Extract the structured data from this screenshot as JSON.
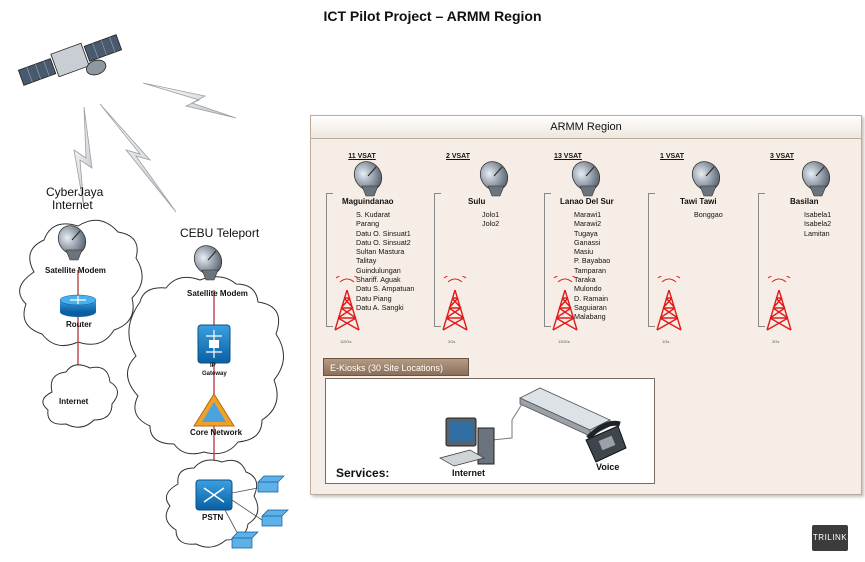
{
  "title": "ICT Pilot Project – ARMM Region",
  "cyberjaya": {
    "name_line1": "CyberJaya",
    "name_line2": "Internet",
    "modem": "Satellite Modem",
    "router": "Router",
    "internet": "Internet"
  },
  "cebu": {
    "name": "CEBU Teleport",
    "modem": "Satellite Modem",
    "ip": "IP",
    "gateway": "Gateway",
    "core": "Core Network",
    "pstn": "PSTN"
  },
  "region": {
    "title": "ARMM Region",
    "provinces": [
      {
        "vsat": "11 VSAT",
        "name": "Maguindanao",
        "sites": [
          "S. Kudarat",
          "Parang",
          "Datu O. Sinsuat1",
          "Datu O. Sinsuat2",
          "Sultan Mastura",
          "Talitay",
          "Guindulungan",
          "Shariff. Aguak",
          "Datu S. Ampatuan",
          "Datu Piang",
          "Datu A. Sangki"
        ],
        "tower_label": "110Gs"
      },
      {
        "vsat": "2 VSAT",
        "name": "Sulu",
        "sites": [
          "Jolo1",
          "Jolo2"
        ],
        "tower_label": "2Gs"
      },
      {
        "vsat": "13 VSAT",
        "name": "Lanao Del Sur",
        "sites": [
          "Marawi1",
          "Marawi2",
          "Tugaya",
          "Ganassi",
          "Masiu",
          "P. Bayabao",
          "Tamparan",
          "Taraka",
          "Mulondo",
          "D. Ramain",
          "Saguiaran",
          "Malabang"
        ],
        "tower_label": "130Gs"
      },
      {
        "vsat": "1 VSAT",
        "name": "Tawi Tawi",
        "sites": [
          "Bonggao"
        ],
        "tower_label": "1Gs"
      },
      {
        "vsat": "3 VSAT",
        "name": "Basilan",
        "sites": [
          "Isabela1",
          "Isabela2",
          "Lamitan"
        ],
        "tower_label": "3Gs"
      }
    ]
  },
  "kiosks": {
    "tab": "E-Kiosks (30 Site Locations)",
    "services": "Services:",
    "internet": "Internet",
    "voice": "Voice"
  },
  "logo": "TRILINK",
  "colors": {
    "link": "#c0504d",
    "tower": "#e11b1b",
    "panel": "#f6eee6",
    "tab": "#a0836c"
  }
}
